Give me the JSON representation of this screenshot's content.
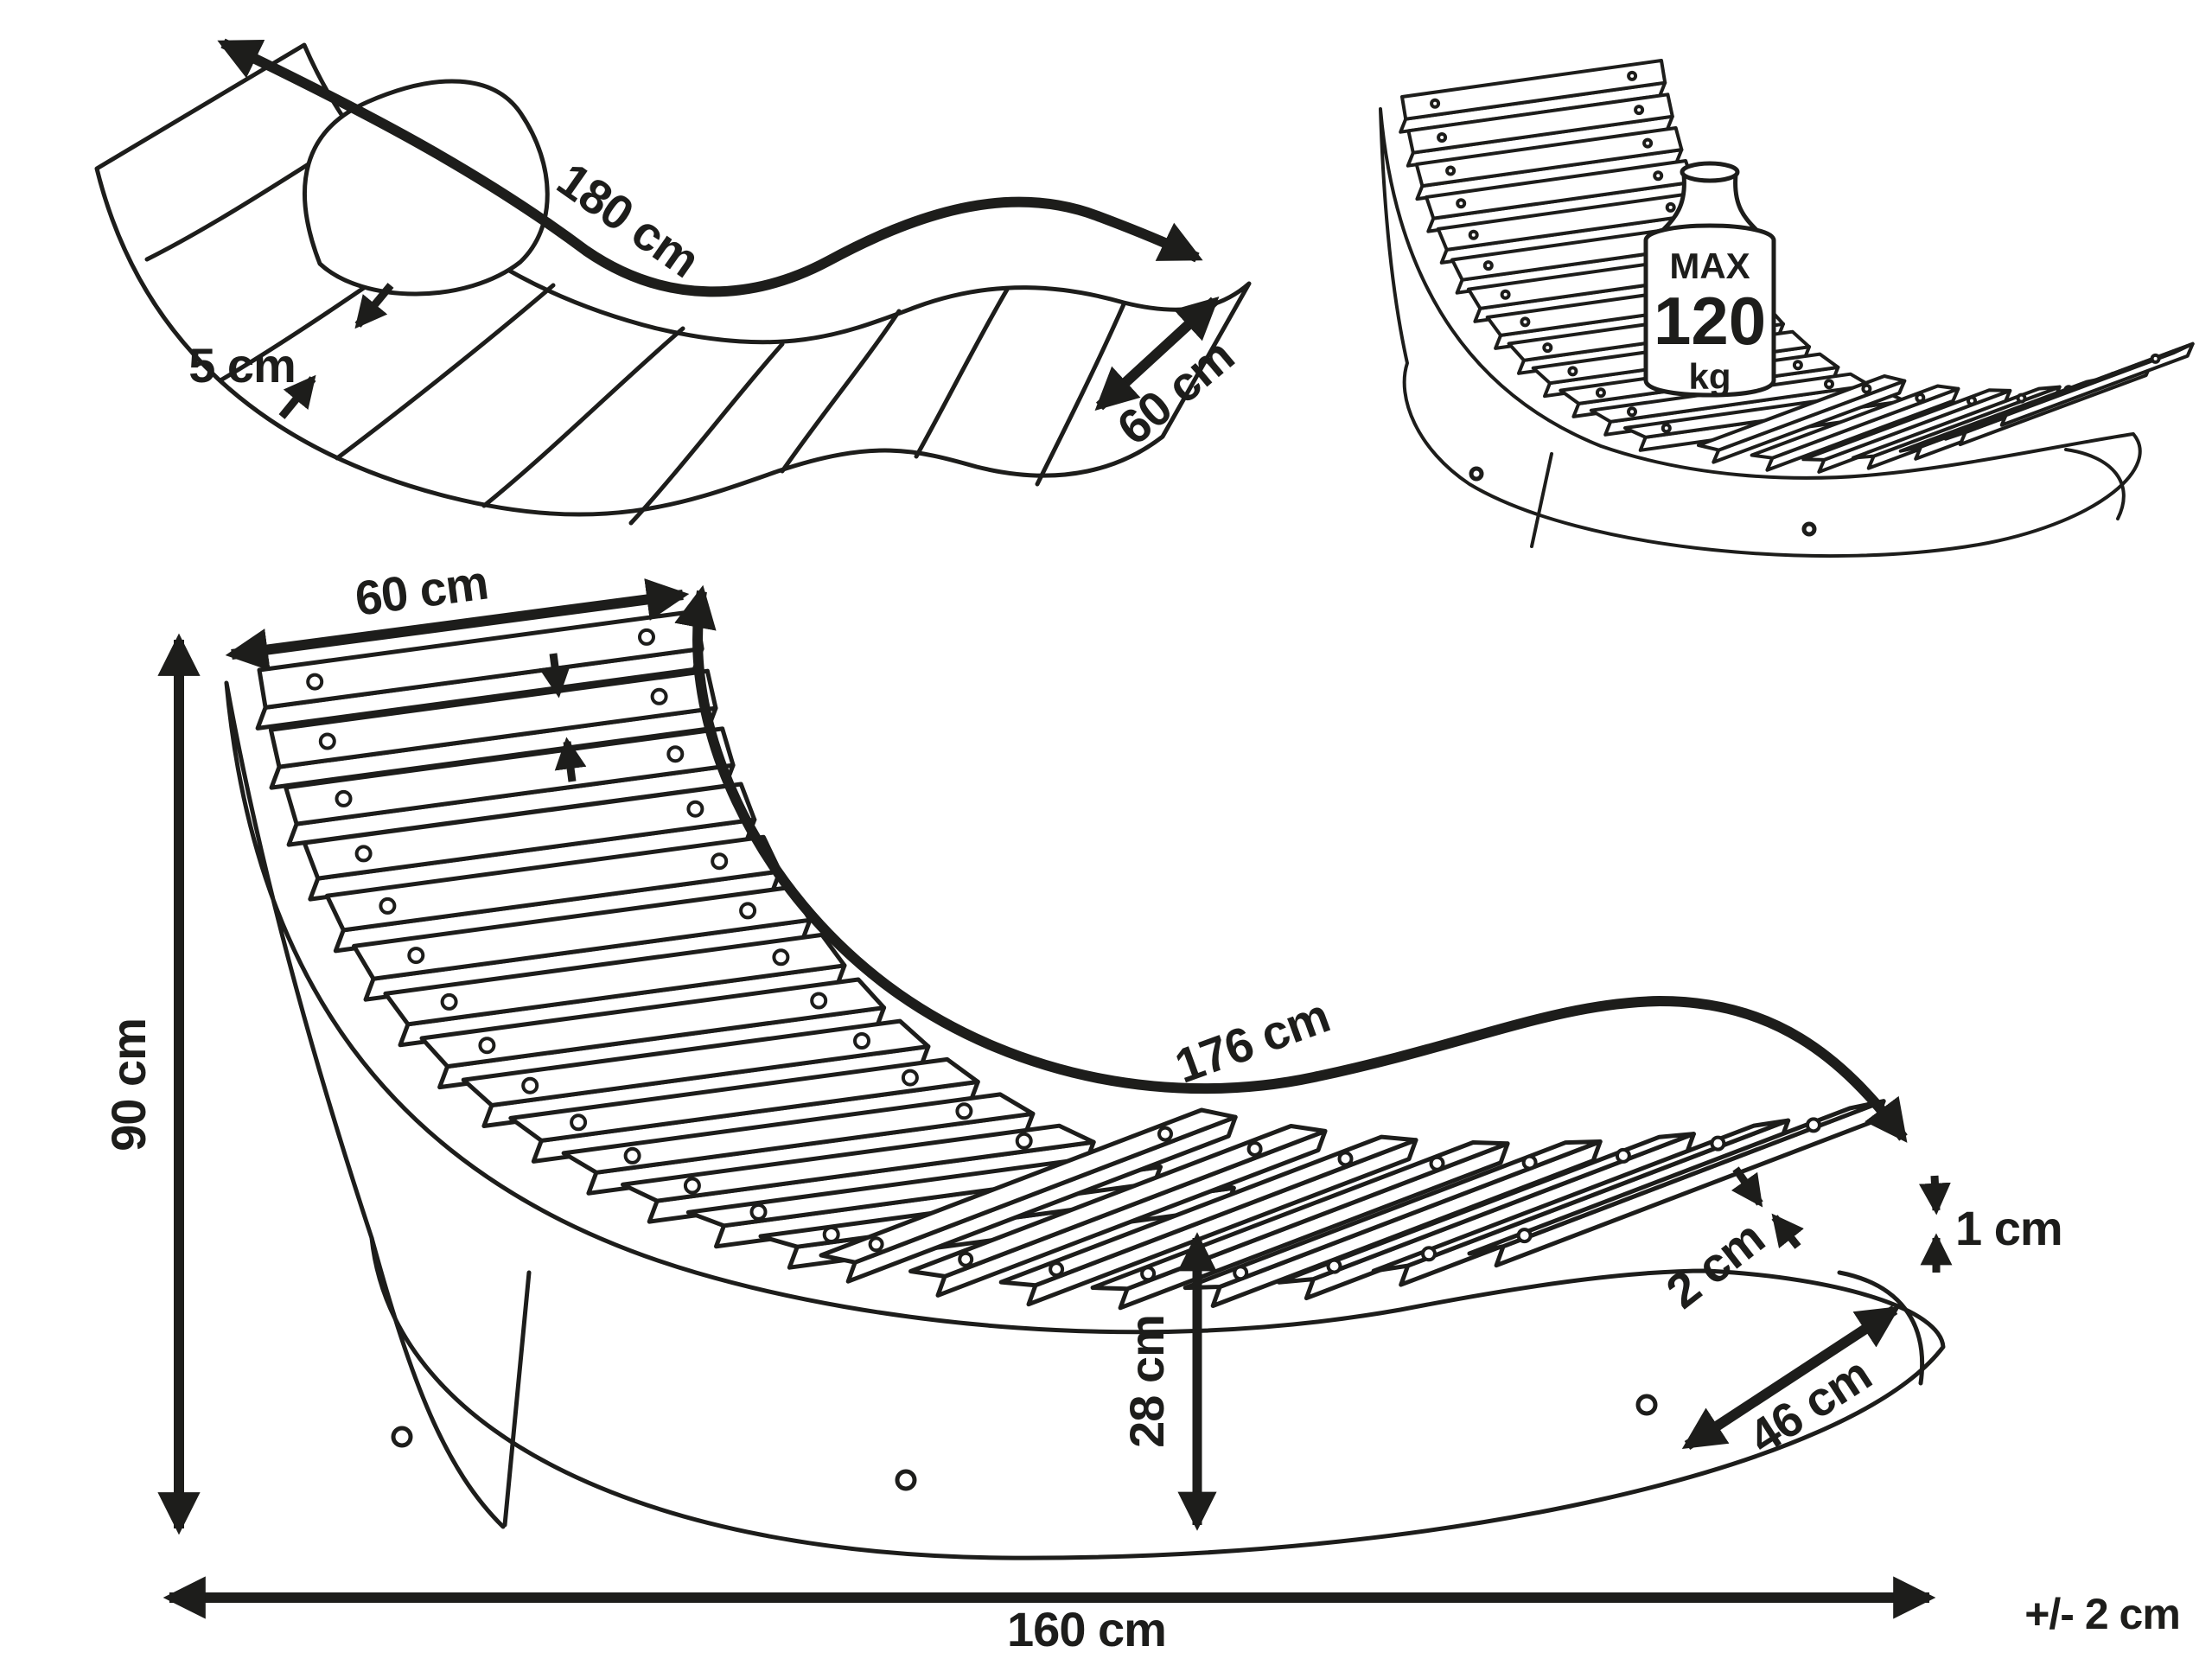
{
  "page": {
    "background": "#ffffff",
    "line_color": "#1d1d1b"
  },
  "cushion_lounger": {
    "curve_length_label": "180 cm",
    "cushion_thickness_label": "5 cm",
    "width_label": "60 cm"
  },
  "weight_limit": {
    "prefix": "MAX",
    "value": "120",
    "unit": "kg"
  },
  "slat_lounger": {
    "slat_length_label": "60 cm",
    "height_label": "90 cm",
    "surface_length_label": "176 cm",
    "seat_height_label": "28 cm",
    "slat_gap_label": "2 cm",
    "slat_thickness_label": "1 cm",
    "foot_slat_length_label": "46 cm",
    "total_length_label": "160 cm",
    "tolerance_label": "+/- 2 cm"
  }
}
